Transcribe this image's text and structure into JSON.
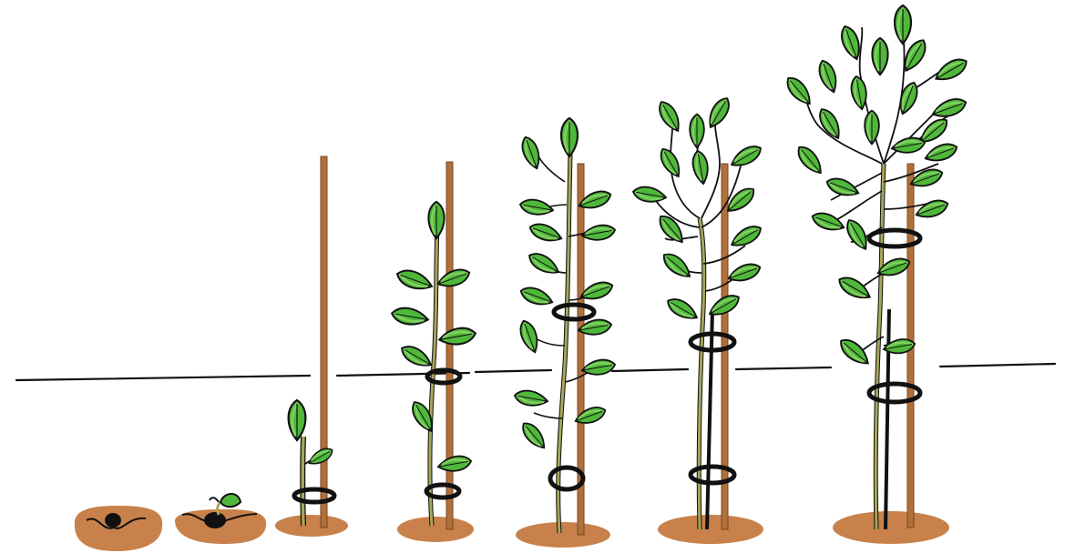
{
  "illustration": {
    "subject": "plant-growth-stages",
    "stage_count": 7,
    "stages": [
      {
        "stage": 1,
        "icon": "seed-in-soil-icon"
      },
      {
        "stage": 2,
        "icon": "sprouting-seed-icon"
      },
      {
        "stage": 3,
        "icon": "seedling-with-stake-icon"
      },
      {
        "stage": 4,
        "icon": "young-plant-with-stake-icon"
      },
      {
        "stage": 5,
        "icon": "growing-vine-with-stake-icon"
      },
      {
        "stage": 6,
        "icon": "branching-plant-with-stake-icon"
      },
      {
        "stage": 7,
        "icon": "young-tree-with-stake-icon"
      }
    ]
  },
  "colors": {
    "leaf": "#4fb83a",
    "leaf_highlight": "#8bd66a",
    "outline": "#111111",
    "stem": "#a8a65a",
    "stake": "#b0703a",
    "stake_dark": "#7a4420",
    "soil": "#c8814a",
    "background": "#ffffff"
  }
}
